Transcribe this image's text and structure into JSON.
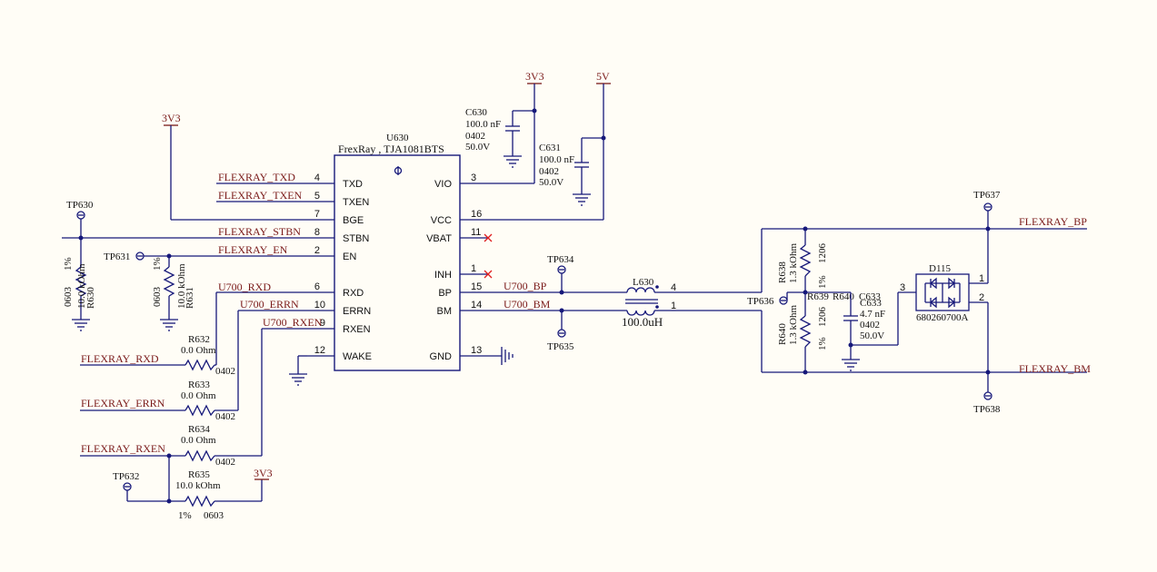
{
  "ic": {
    "ref": "U630",
    "value": "FrexRay , TJA1081BTS"
  },
  "ic_pins": {
    "txd": {
      "num": "4",
      "name": "TXD"
    },
    "txen": {
      "num": "5",
      "name": "TXEN"
    },
    "bge": {
      "num": "7",
      "name": "BGE"
    },
    "stbn": {
      "num": "8",
      "name": "STBN"
    },
    "en": {
      "num": "2",
      "name": "EN"
    },
    "rxd": {
      "num": "6",
      "name": "RXD"
    },
    "errn": {
      "num": "10",
      "name": "ERRN"
    },
    "rxen": {
      "num": "9",
      "name": "RXEN"
    },
    "wake": {
      "num": "12",
      "name": "WAKE"
    },
    "vio": {
      "num": "3",
      "name": "VIO"
    },
    "vcc": {
      "num": "16",
      "name": "VCC"
    },
    "vbat": {
      "num": "11",
      "name": "VBAT"
    },
    "inh": {
      "num": "1",
      "name": "INH"
    },
    "bp": {
      "num": "15",
      "name": "BP"
    },
    "bm": {
      "num": "14",
      "name": "BM"
    },
    "gnd": {
      "num": "13",
      "name": "GND"
    }
  },
  "nets": {
    "flexray_txd": "FLEXRAY_TXD",
    "flexray_txen": "FLEXRAY_TXEN",
    "flexray_stbn": "FLEXRAY_STBN",
    "flexray_en": "FLEXRAY_EN",
    "u700_rxd": "U700_RXD",
    "u700_errn": "U700_ERRN",
    "u700_rxen": "U700_RXEN",
    "flexray_rxd": "FLEXRAY_RXD",
    "flexray_errn": "FLEXRAY_ERRN",
    "flexray_rxen": "FLEXRAY_RXEN",
    "u700_bp": "U700_BP",
    "u700_bm": "U700_BM",
    "flexray_bp": "FLEXRAY_BP",
    "flexray_bm": "FLEXRAY_BM"
  },
  "power": {
    "p3v3_a": "3V3",
    "p3v3_b": "3V3",
    "p5v": "5V",
    "p3v3_c": "3V3"
  },
  "testpoints": {
    "tp630": "TP630",
    "tp631": "TP631",
    "tp632": "TP632",
    "tp634": "TP634",
    "tp635": "TP635",
    "tp636": "TP636",
    "tp637": "TP637",
    "tp638": "TP638"
  },
  "c630": {
    "ref": "C630",
    "value": "100.0 nF",
    "pkg": "0402",
    "volt": "50.0V"
  },
  "c631": {
    "ref": "C631",
    "value": "100.0 nF",
    "pkg": "0402",
    "volt": "50.0V"
  },
  "c633": {
    "ref": "C633",
    "value": "4.7 nF",
    "pkg": "0402",
    "volt": "50.0V"
  },
  "r630": {
    "ref": "R630",
    "value": "10.0 kOhm",
    "tol": "1%",
    "pkg": "0603"
  },
  "r631": {
    "ref": "R631",
    "value": "10.0 kOhm",
    "tol": "1%",
    "pkg": "0603"
  },
  "r632": {
    "ref": "R632",
    "value": "0.0 Ohm",
    "pkg": "0402"
  },
  "r633": {
    "ref": "R633",
    "value": "0.0 Ohm",
    "pkg": "0402"
  },
  "r634": {
    "ref": "R634",
    "value": "0.0 Ohm",
    "pkg": "0402"
  },
  "r635": {
    "ref": "R635",
    "value": "10.0 kOhm",
    "tol": "1%",
    "pkg": "0603"
  },
  "r638": {
    "ref": "R638",
    "value": "1.3 kOhm",
    "tol": "1%",
    "pkg": "1206"
  },
  "r640": {
    "ref": "R640",
    "value": "1.3 kOhm",
    "tol": "1%",
    "pkg": "1206"
  },
  "r639_label": "R639",
  "r640_label": "R640",
  "l630": {
    "ref": "L630",
    "value": "100.0uH",
    "pin4": "4",
    "pin1": "1"
  },
  "d115": {
    "ref": "D115",
    "value": "680260700A",
    "pin1": "1",
    "pin2": "2",
    "pin3": "3"
  }
}
